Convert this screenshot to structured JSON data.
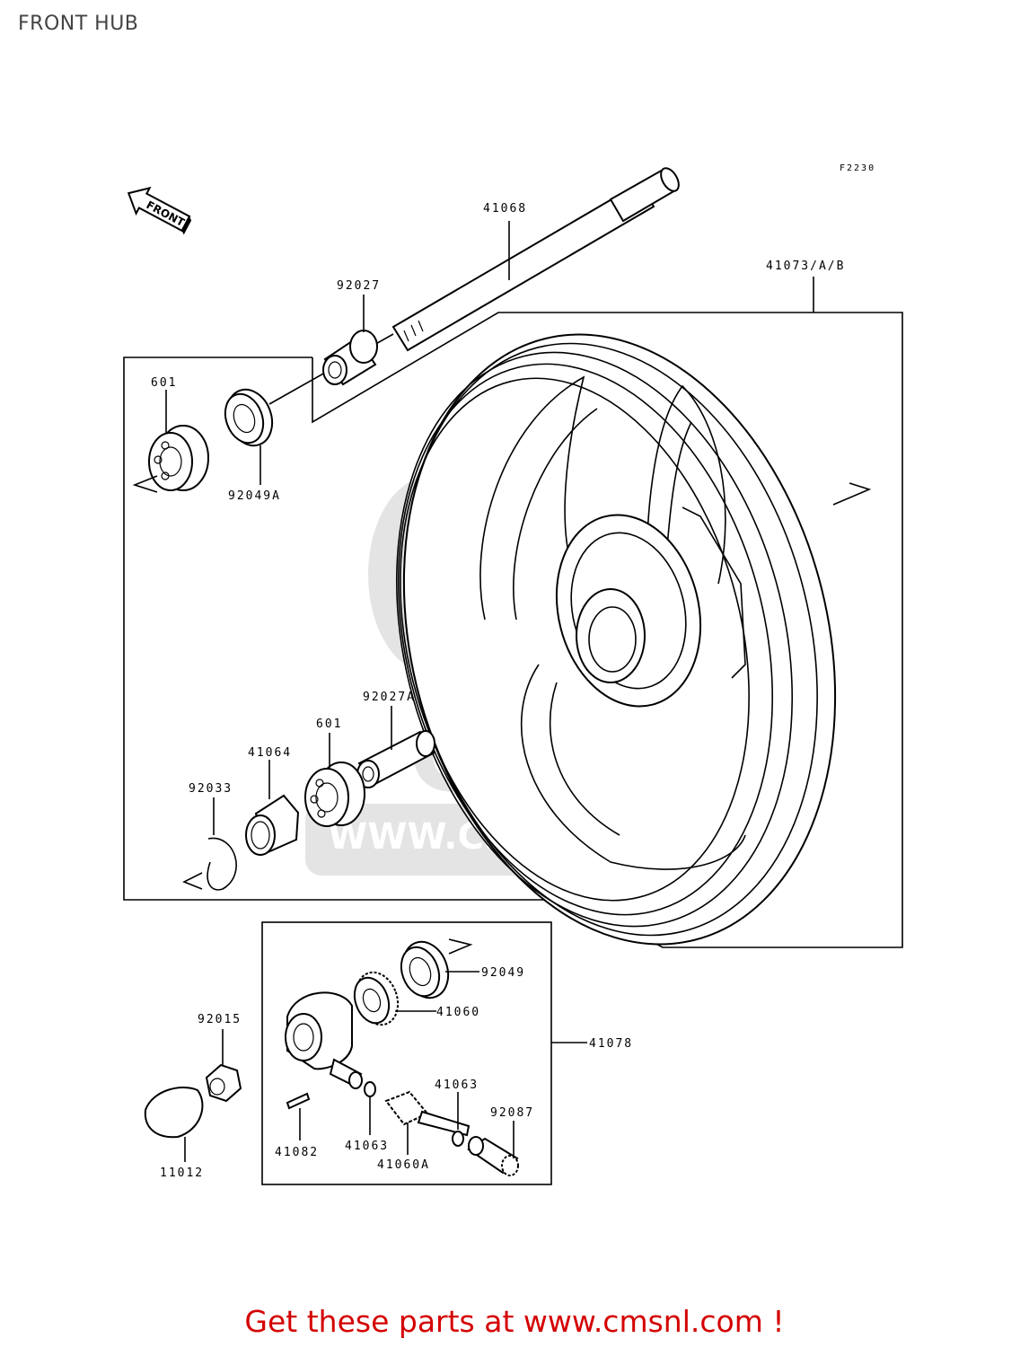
{
  "title": "FRONT HUB",
  "diagram_code": "F2230",
  "front_arrow_label": "FRONT",
  "watermark": {
    "brand": "CMS",
    "url": "WWW.CMSNL.COM"
  },
  "part_labels": {
    "p41068": "41068",
    "p41073": "41073/A/B",
    "p92027": "92027",
    "p601_top": "601",
    "p92049A": "92049A",
    "p92027A": "92027A",
    "p601_bottom": "601",
    "p41064": "41064",
    "p92033": "92033",
    "p92049": "92049",
    "p41060": "41060",
    "p41078": "41078",
    "p92015": "92015",
    "p41063_right": "41063",
    "p92087": "92087",
    "p41082": "41082",
    "p41063_left": "41063",
    "p41060A": "41060A",
    "p11012": "11012"
  },
  "footer": {
    "text": "Get these parts at www.cmsnl.com !"
  }
}
